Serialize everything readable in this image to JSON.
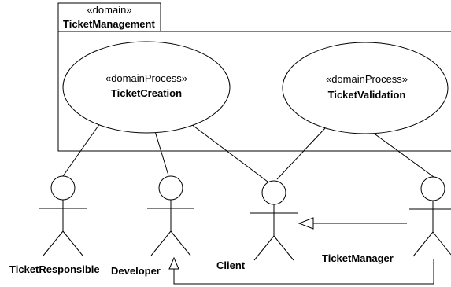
{
  "package": {
    "stereotype": "«domain»",
    "name": "TicketManagement"
  },
  "use_cases": [
    {
      "stereotype": "«domainProcess»",
      "name": "TicketCreation"
    },
    {
      "stereotype": "«domainProcess»",
      "name": "TicketValidation"
    }
  ],
  "actors": [
    {
      "name": "TicketResponsible"
    },
    {
      "name": "Developer"
    },
    {
      "name": "Client"
    },
    {
      "name": "TicketManager"
    }
  ]
}
